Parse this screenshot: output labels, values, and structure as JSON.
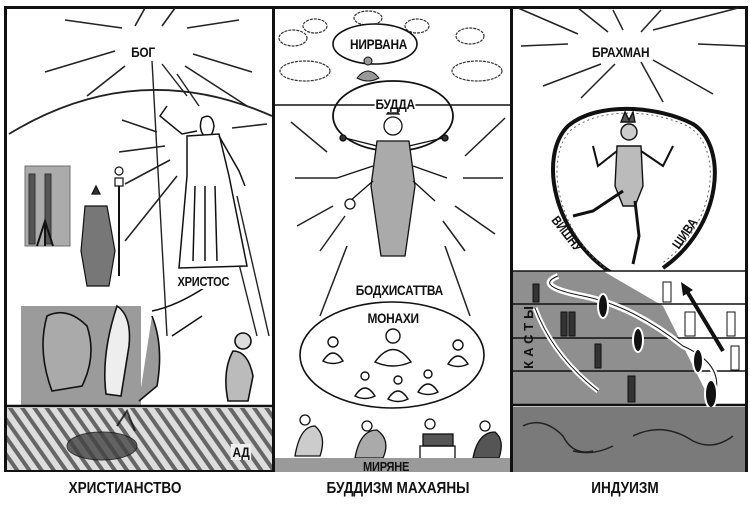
{
  "figure": {
    "panels": [
      {
        "id": "christianity",
        "caption": "ХРИСТИАНСТВО",
        "labels": {
          "top": "БОГ",
          "mediator": "ХРИСТОС",
          "bottom": "АД"
        }
      },
      {
        "id": "mahayana-buddhism",
        "caption": "БУДДИЗМ МАХАЯНЫ",
        "labels": {
          "top": "НИРВАНА",
          "buddha": "БУДДА",
          "bodhisattva": "БОДХИСАТТВА",
          "monks": "МОНАХИ",
          "laity": "МИРЯНЕ"
        }
      },
      {
        "id": "hinduism",
        "caption": "ИНДУИЗМ",
        "labels": {
          "top": "БРАХМАН",
          "vishnu": "ВИШНУ",
          "shiva": "ШИВА",
          "castes": "КАСТЫ"
        }
      }
    ],
    "colors": {
      "ink": "#111111",
      "shade_dark": "#555555",
      "shade_mid": "#999999",
      "paper": "#ffffff"
    }
  }
}
